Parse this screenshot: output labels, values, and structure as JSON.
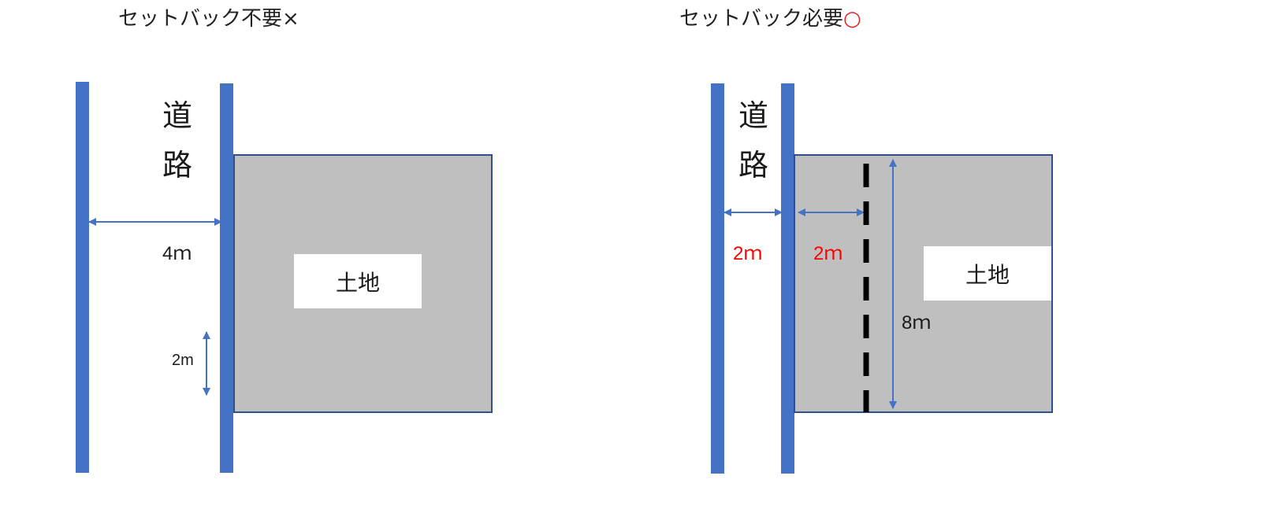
{
  "left_panel": {
    "title": "セットバック不要",
    "title_mark": "×",
    "road_chars": [
      "道",
      "路"
    ],
    "lot_label": "土地",
    "road_width": "4ｍ",
    "small_dim": "2m"
  },
  "right_panel": {
    "title": "セットバック必要",
    "title_mark": "○",
    "road_chars": [
      "道",
      "路"
    ],
    "lot_label": "土地",
    "road_width": "2ｍ",
    "setback_width": "2ｍ",
    "lot_height": "8ｍ"
  },
  "colors": {
    "road_line": "#4472c4",
    "lot_fill": "#bfbfbf",
    "lot_border": "#2f4f8f",
    "highlight_red": "#ff0000",
    "mark_red": "#e02020"
  }
}
